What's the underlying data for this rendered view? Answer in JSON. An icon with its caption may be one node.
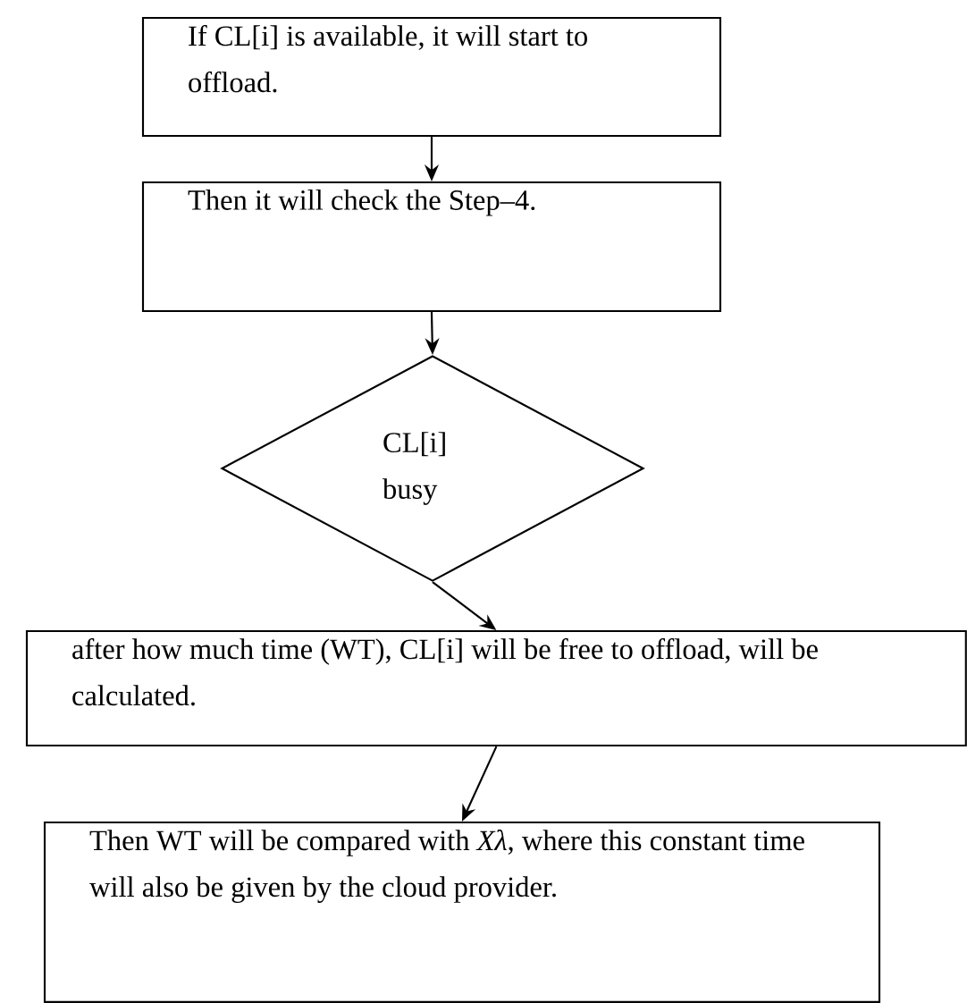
{
  "diagram": {
    "nodes": [
      {
        "text": [
          "If CL[i] is available, it will start to offload."
        ]
      },
      {
        "text": [
          "Then it will check the Step–4."
        ]
      },
      {
        "text": [
          "CL[i] busy"
        ]
      },
      {
        "text": [
          "after how much time (WT), CL[i] will be free to offload, will be calculated."
        ]
      },
      {
        "text": [
          "Then WT will be compared with *Xλ*, where this constant time will also be given by the cloud provider."
        ]
      }
    ],
    "edges": [
      {
        "from": 0,
        "to": 1,
        "arrow": "to"
      },
      {
        "from": 1,
        "to": 2,
        "arrow": "to"
      },
      {
        "from": 2,
        "to": 3,
        "arrow": "to"
      },
      {
        "from": 3,
        "to": 4,
        "arrow": "to"
      }
    ]
  }
}
